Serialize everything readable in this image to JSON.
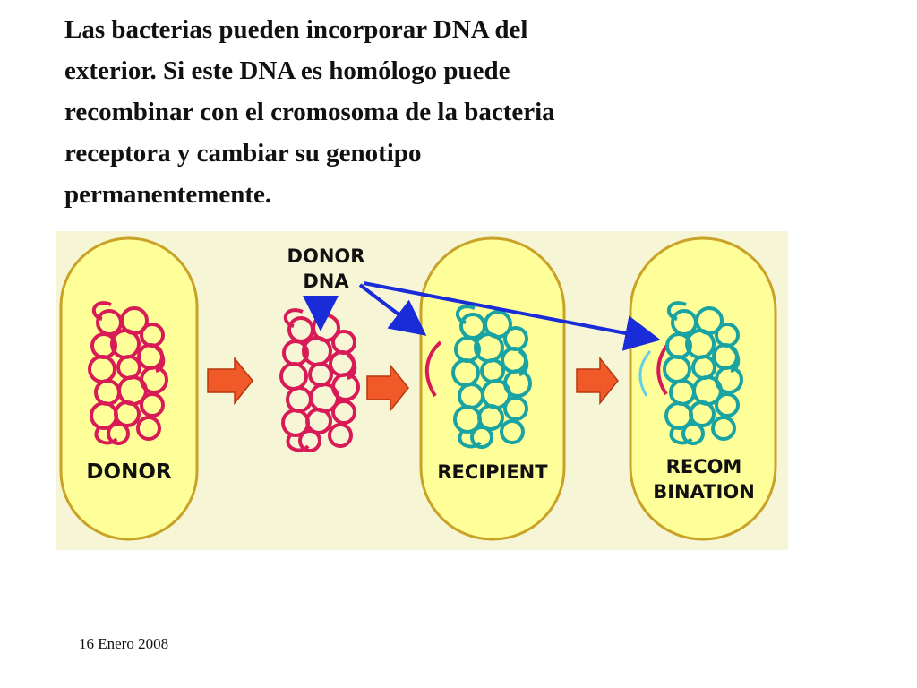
{
  "slide": {
    "title_lines": [
      "Las bacterias pueden incorporar DNA del",
      "exterior. Si este DNA es homólogo puede",
      "recombinar con el cromosoma de la bacteria",
      "receptora y cambiar su genotipo",
      "permanentemente."
    ],
    "date": "16 Enero 2008"
  },
  "figure": {
    "donor_dna_label_lines": [
      "DONOR",
      "DNA"
    ],
    "cells": {
      "donor": [
        "DONOR"
      ],
      "recipient": [
        "RECIPIENT"
      ],
      "recombination": [
        "RECOM",
        "BINATION"
      ]
    },
    "colors": {
      "background": "#f6f6d6",
      "cell_fill": "#ffff99",
      "cell_outline": "#c9a227",
      "donor_chromosome": "#d81b57",
      "recipient_chromosome": "#1aa3a3",
      "arrow_orange": "#f05a28",
      "arrow_blue": "#1a2bd8"
    }
  }
}
